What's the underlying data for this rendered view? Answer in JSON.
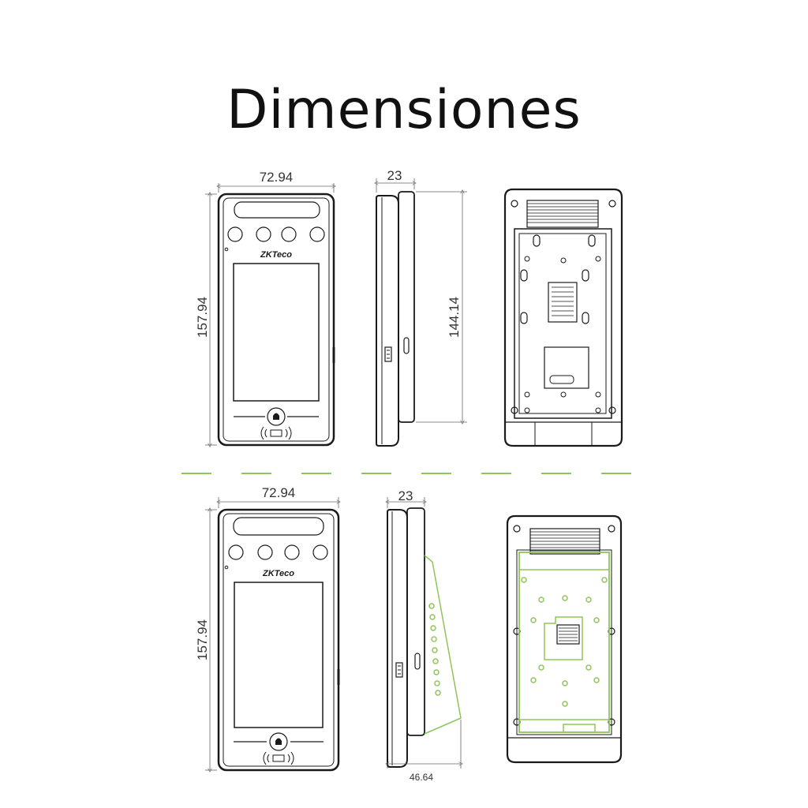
{
  "page": {
    "title": "Dimensiones"
  },
  "top_row": {
    "front_width": "72.94",
    "front_height": "157.94",
    "side_depth": "23",
    "side_height": "144.14"
  },
  "bottom_row": {
    "front_width": "72.94",
    "front_height": "157.94",
    "side_depth": "23",
    "side_total_depth": "46.64"
  },
  "logo": {
    "text": "ZKTeco"
  },
  "colors": {
    "line": "#1a1a1a",
    "dim": "#555555",
    "accent": "#8fc55a"
  }
}
